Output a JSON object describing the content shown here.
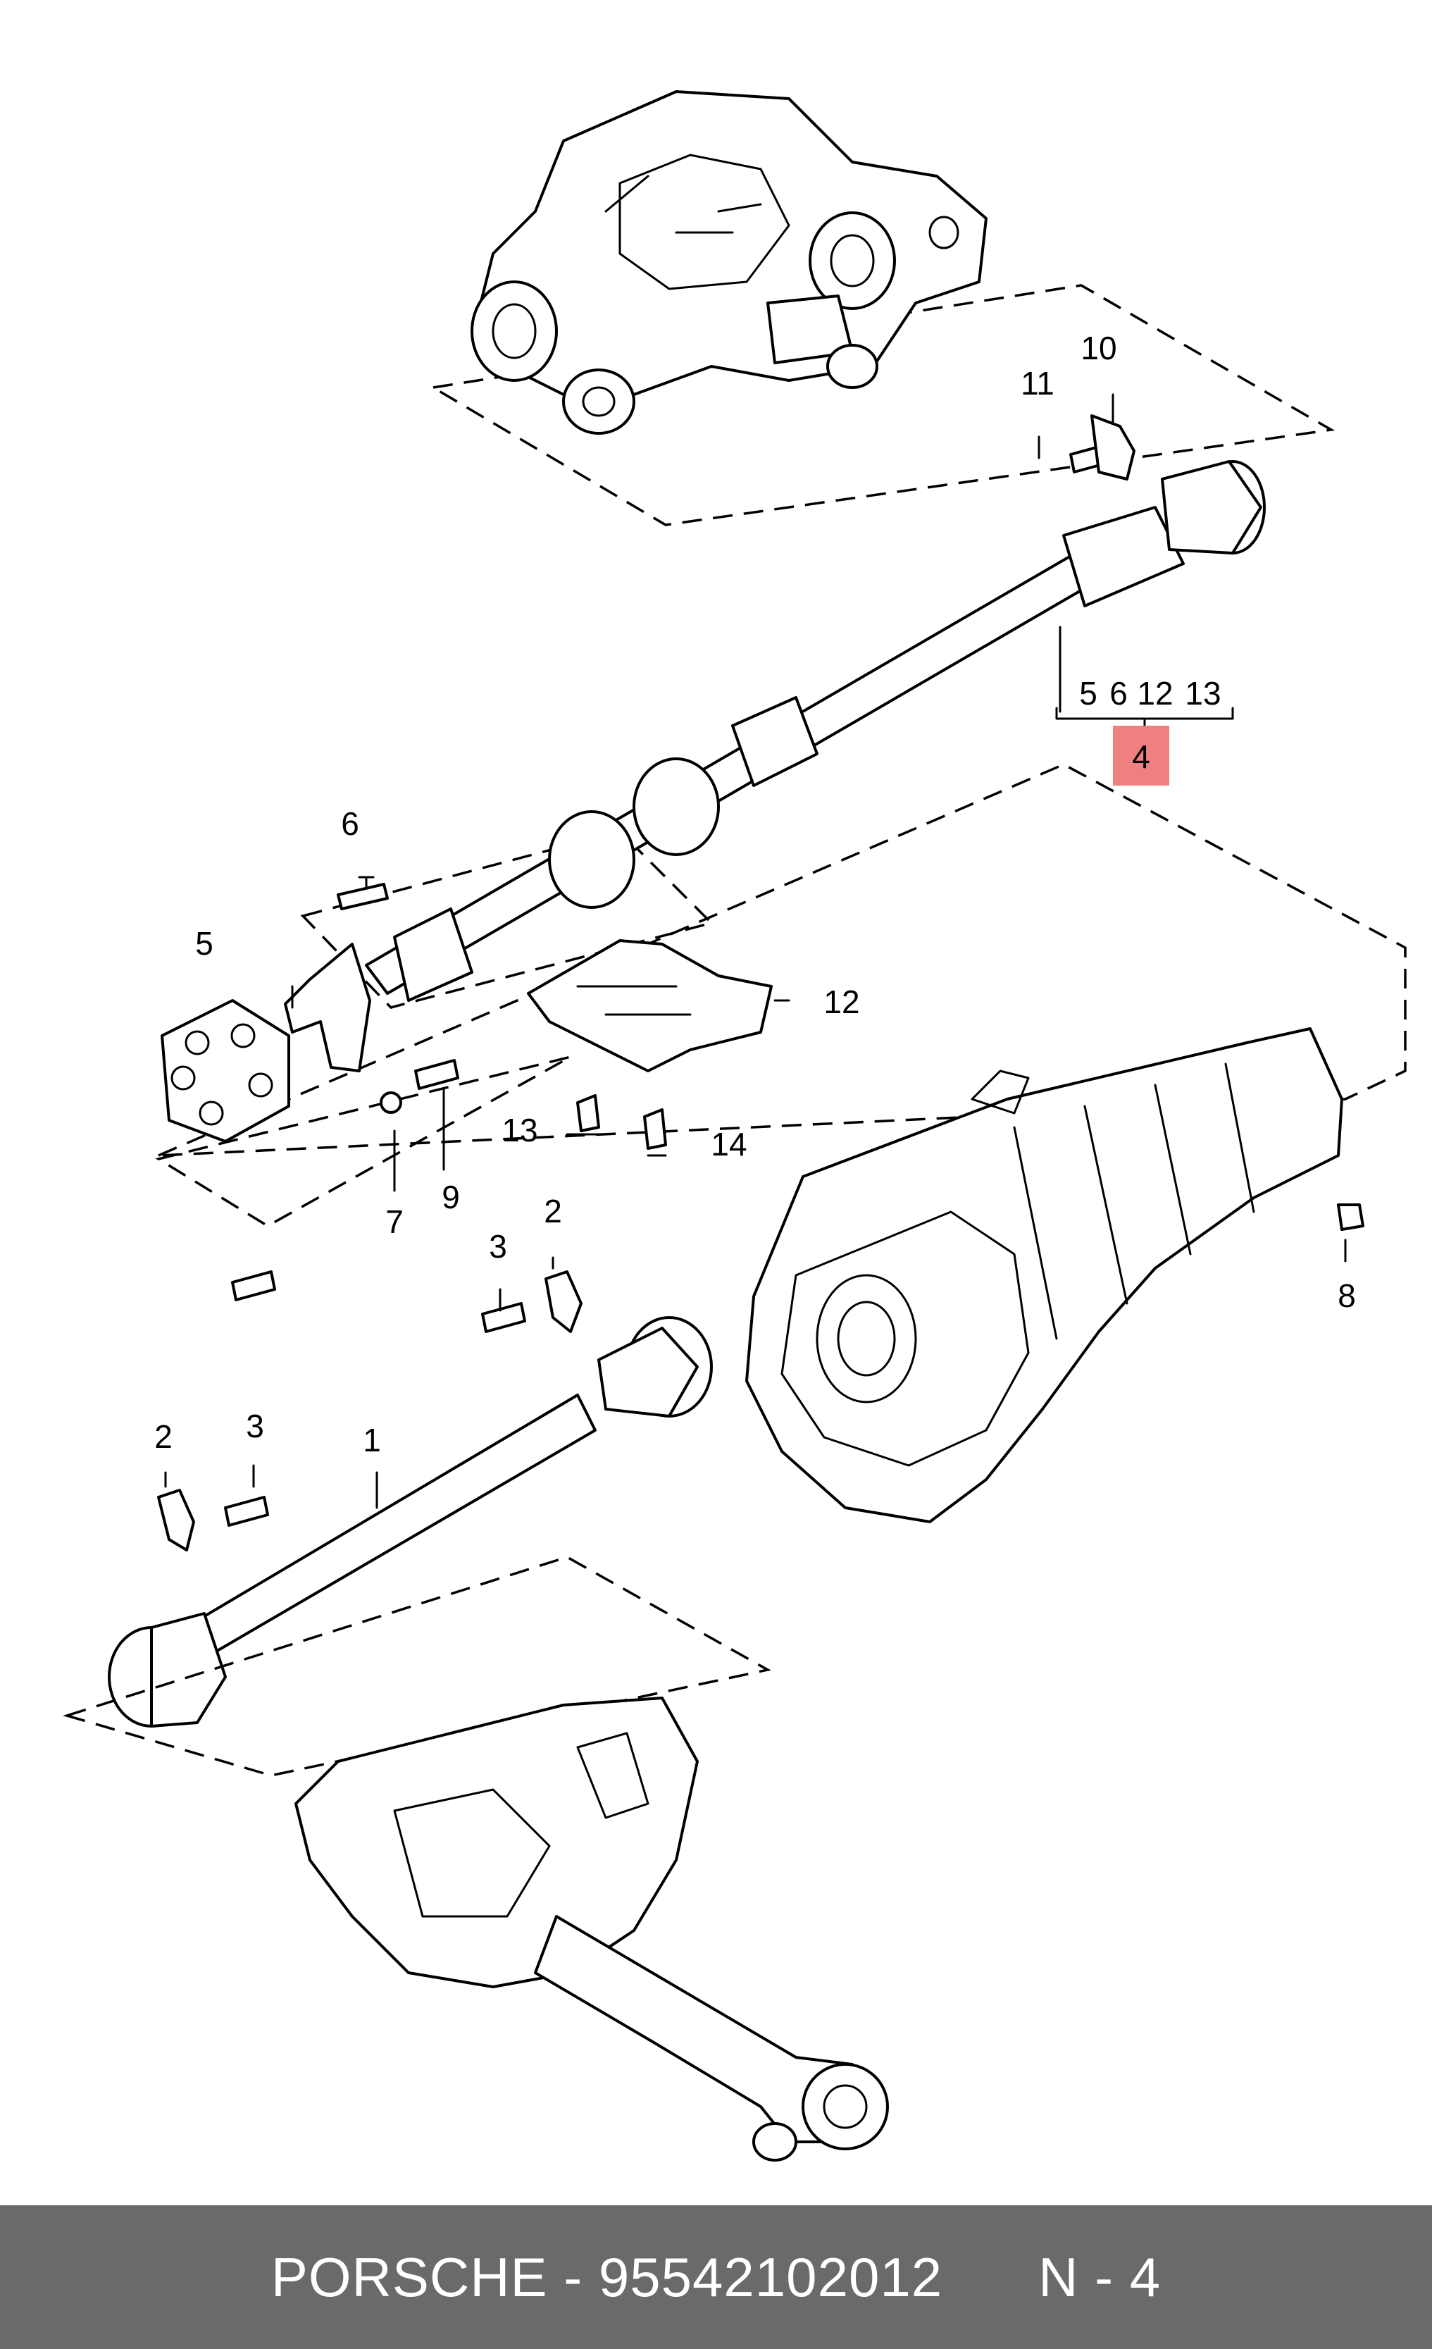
{
  "footer": {
    "brand": "PORSCHE",
    "separator": "-",
    "part_number": "95542102012",
    "position": "N - 4"
  },
  "callouts": [
    "1",
    "2",
    "3",
    "2",
    "3",
    "4",
    "5",
    "6",
    "12",
    "13",
    "5",
    "6",
    "7",
    "8",
    "9",
    "10",
    "11",
    "12",
    "13",
    "14"
  ],
  "highlight": {
    "label": "4",
    "color": "#f08080"
  },
  "line_color": "#000000"
}
